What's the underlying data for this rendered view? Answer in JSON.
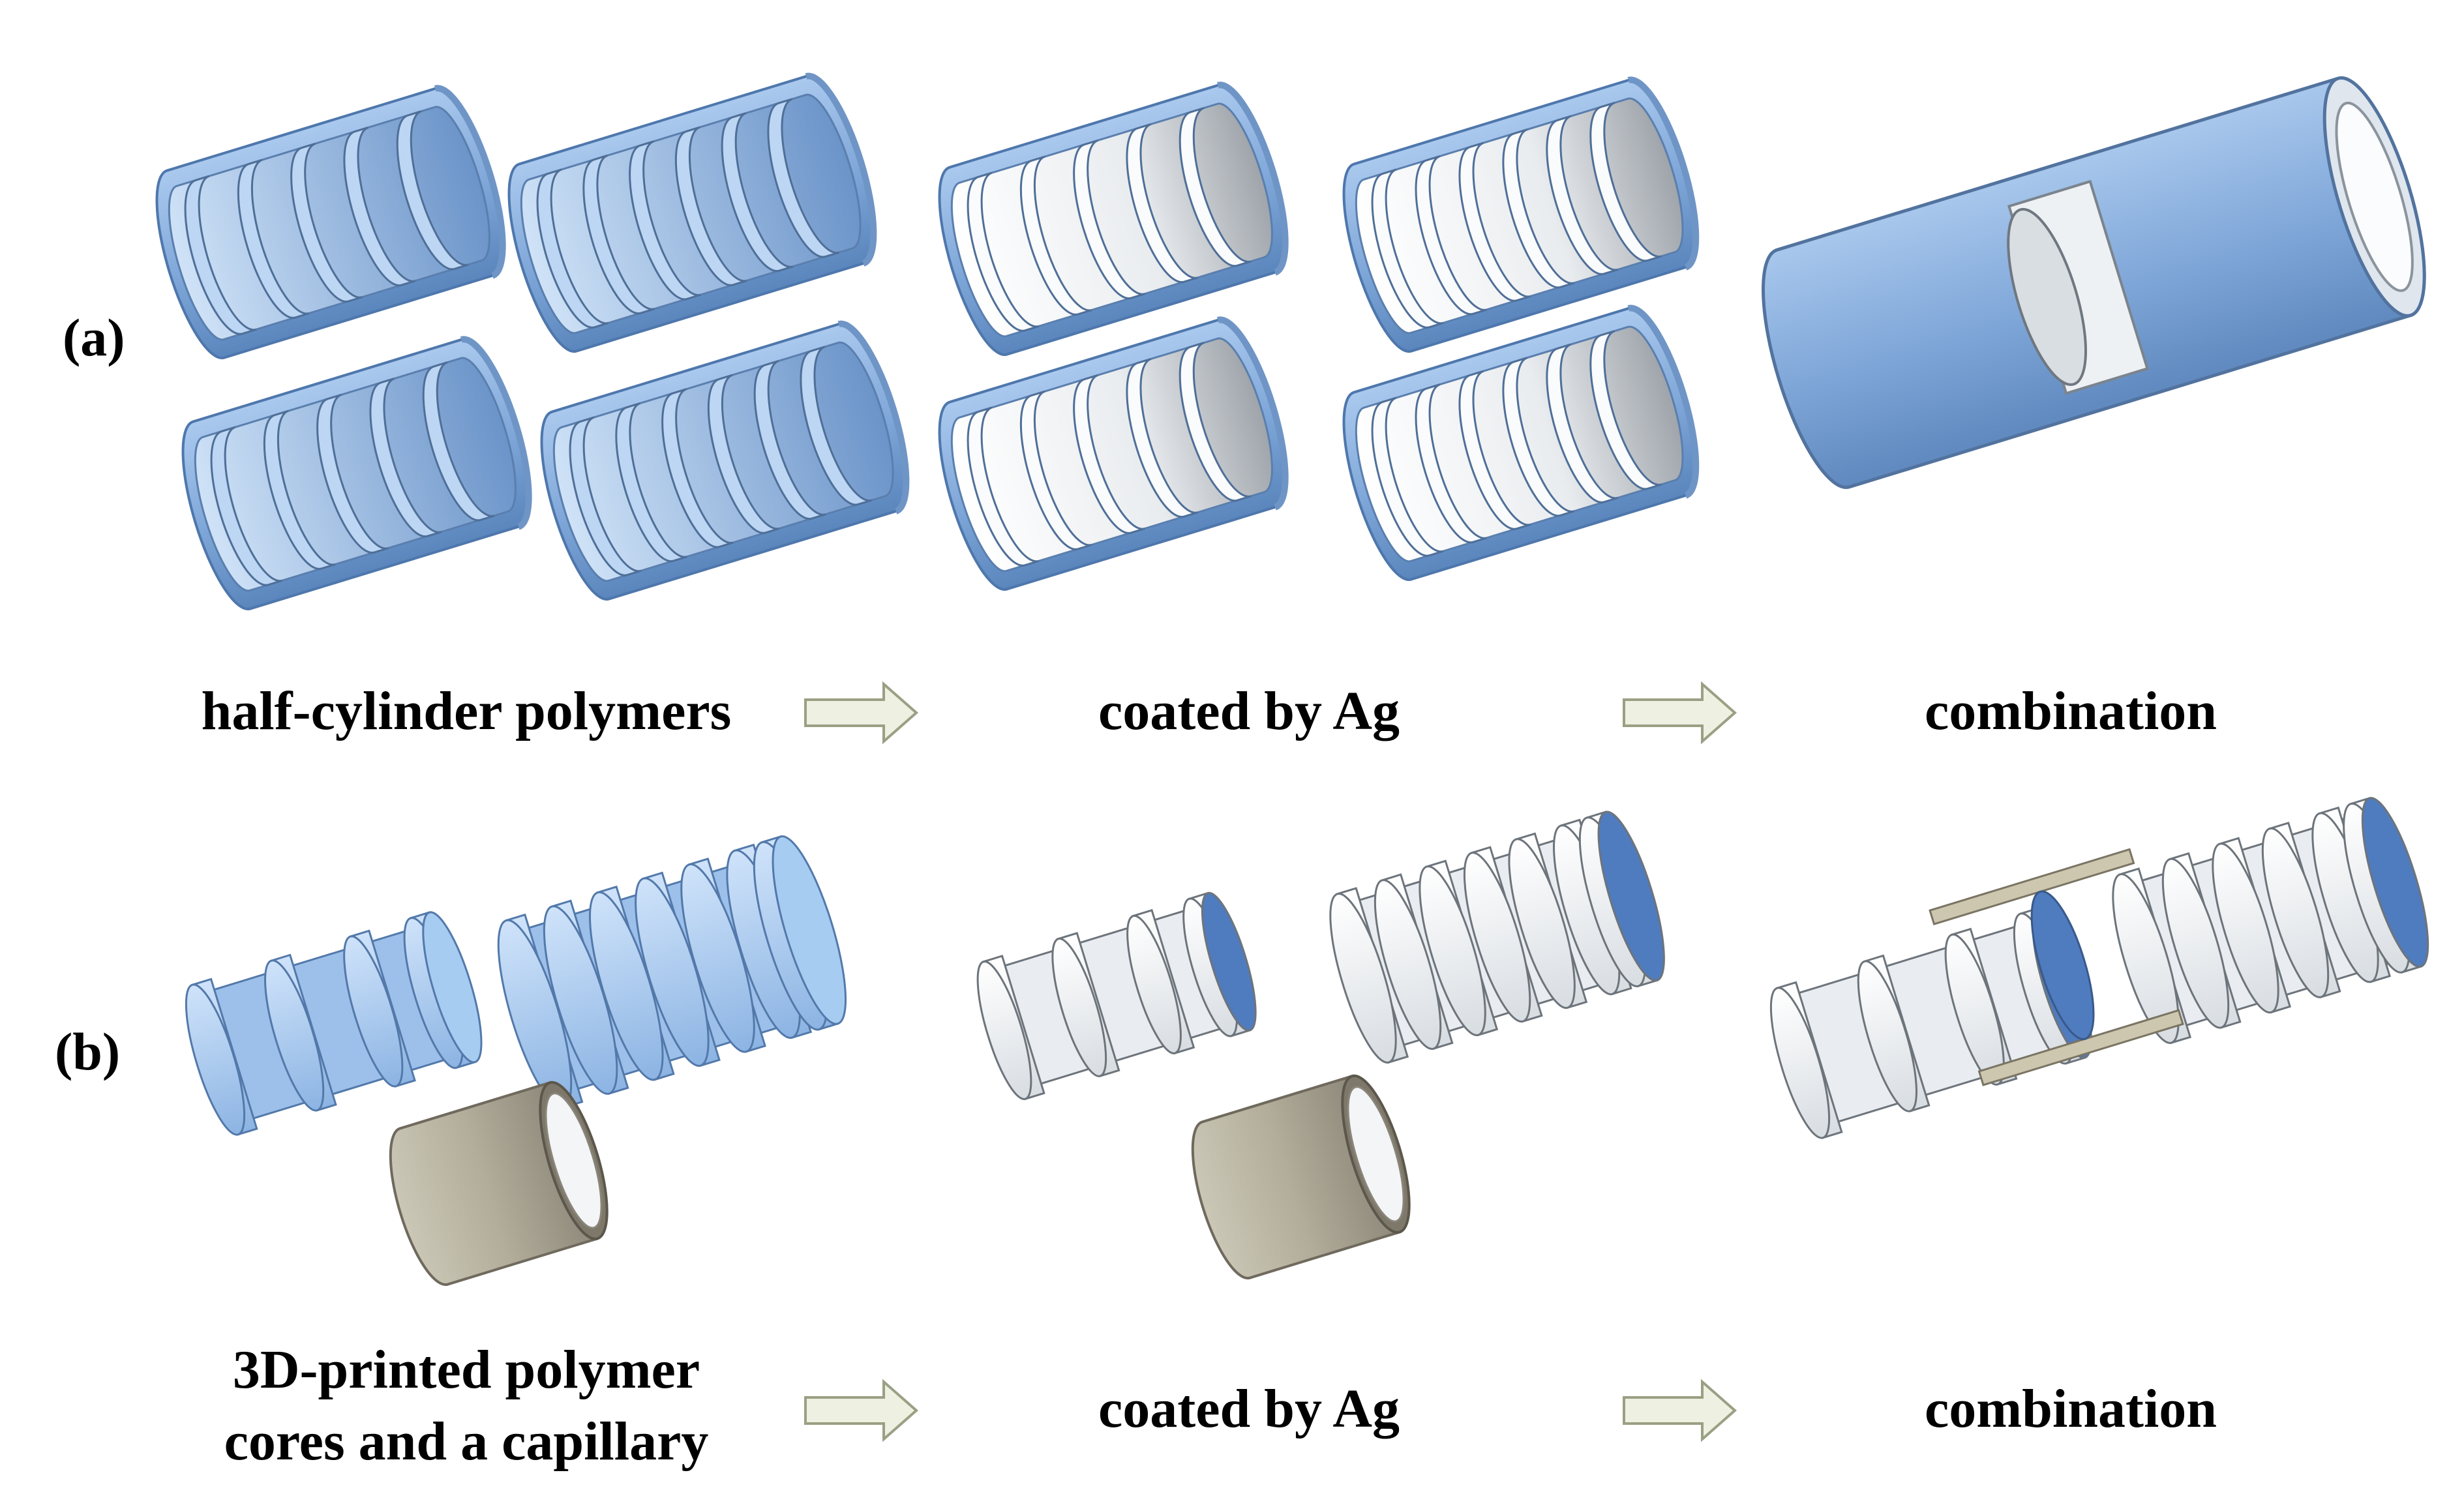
{
  "panel_a": {
    "label": "(a)",
    "stages": [
      {
        "caption": "half-cylinder polymers"
      },
      {
        "caption": "coated by Ag"
      },
      {
        "caption": "combination"
      }
    ]
  },
  "panel_b": {
    "label": "(b)",
    "stages": [
      {
        "caption_line1": "3D-printed polymer",
        "caption_line2": "cores and a capillary"
      },
      {
        "caption": "coated by Ag"
      },
      {
        "caption": "combination"
      }
    ]
  },
  "colors": {
    "polymer_blue": "#8fb5e1",
    "polymer_edge": "#4e77ac",
    "silver_white": "#f2f4f6",
    "capillary_tan": "#b8b3a1",
    "arrow_fill": "#eef0e2",
    "arrow_edge": "#9aa083"
  }
}
